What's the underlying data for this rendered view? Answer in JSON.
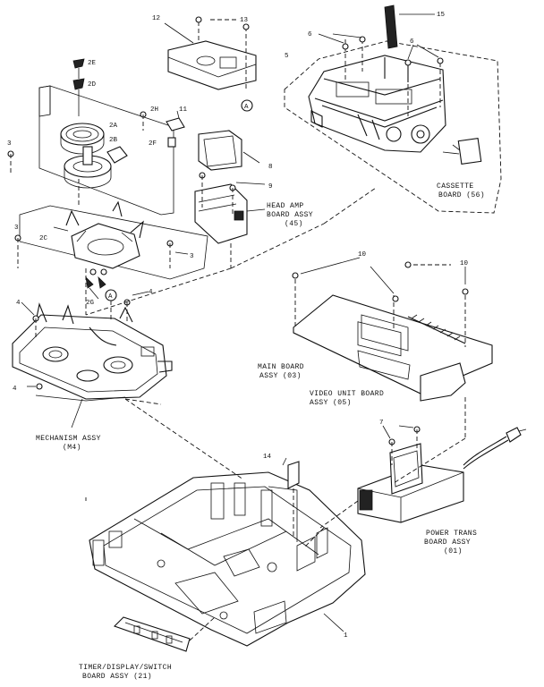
{
  "labels": {
    "cassette_board_1": "CASSETTE",
    "cassette_board_2": "BOARD (56)",
    "head_amp_1": "HEAD AMP",
    "head_amp_2": "BOARD ASSY",
    "head_amp_3": "(45)",
    "main_board_1": "MAIN BOARD",
    "main_board_2": "ASSY (03)",
    "video_unit_1": "VIDEO UNIT BOARD",
    "video_unit_2": "ASSY (05)",
    "mechanism_1": "MECHANISM ASSY",
    "mechanism_2": "(M4)",
    "power_trans_1": "POWER TRANS",
    "power_trans_2": "BOARD ASSY",
    "power_trans_3": "(01)",
    "timer_1": "TIMER/DISPLAY/SWITCH",
    "timer_2": "BOARD ASSY (21)"
  },
  "part_numbers": {
    "p12": "12",
    "p13": "13",
    "p15": "15",
    "p6a": "6",
    "p6b": "6",
    "p5": "5",
    "p2e": "2E",
    "p2d": "2D",
    "p2h": "2H",
    "p11": "11",
    "p2a": "2A",
    "p2b": "2B",
    "p2f": "2F",
    "p3a": "3",
    "p3b": "3",
    "p3c": "3",
    "p8": "8",
    "p9": "9",
    "p2c": "2C",
    "p2g": "2G",
    "pA1": "A",
    "pA2": "A",
    "p4a": "4",
    "p4b": "4",
    "p4c": "4",
    "p10a": "10",
    "p10b": "10",
    "p7": "7",
    "p14": "14",
    "p1": "1"
  }
}
